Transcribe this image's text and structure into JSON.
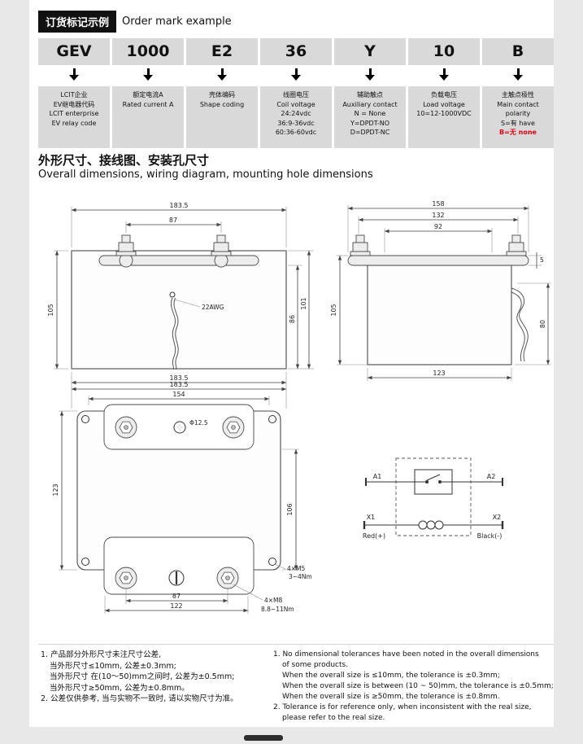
{
  "header": {
    "title_zh": "订货标记示例",
    "title_en": "Order mark example"
  },
  "order": {
    "codes": [
      "GEV",
      "1000",
      "E2",
      "36",
      "Y",
      "10",
      "B"
    ],
    "descs": [
      {
        "l1": "LCIT企业",
        "l2": "EV继电器代码",
        "l3": "LCIT enterprise",
        "l4": "EV relay code"
      },
      {
        "l1": "额定电流A",
        "l2": "Rated current A"
      },
      {
        "l1": "壳体编码",
        "l2": "Shape coding"
      },
      {
        "l1": "线圈电压",
        "l2": "Coil voltage",
        "l3": "24:24vdc",
        "l4": "36:9-36vdc",
        "l5": "60:36-60vdc"
      },
      {
        "l1": "辅助触点",
        "l2": "Auxiliary contact",
        "l3": "N = None",
        "l4": "Y=DPDT-NO",
        "l5": "D=DPDT-NC"
      },
      {
        "l1": "负载电压",
        "l2": "Load voltage",
        "l3": "10=12-1000VDC"
      },
      {
        "l1": "主触点极性",
        "l2": "Main contact polarity",
        "l3": "S=有 have",
        "l4": "B=无 none"
      }
    ]
  },
  "section": {
    "title_zh": "外形尺寸、接线图、安装孔尺寸",
    "title_en": "Overall dimensions, wiring diagram, mounting hole dimensions"
  },
  "dims": {
    "front": {
      "width_top": "183.5",
      "stud_spacing": "87",
      "height_left": "105",
      "height_right_inner": "86",
      "height_right_outer": "101",
      "width_bottom": "183.5",
      "wire_label": "22AWG"
    },
    "side": {
      "width_outer": "158",
      "width_mid": "132",
      "width_inner": "92",
      "height_left": "105",
      "flange_thickness": "5",
      "height_right": "80",
      "width_bottom": "123"
    },
    "top": {
      "width_top": "183.5",
      "width_plate": "154",
      "hole_label": "Φ12.5",
      "height_left": "123",
      "height_right": "106",
      "spacing_bottom": "87",
      "width_bottom": "122",
      "m5_label": "4×M5",
      "m5_torque": "3~4Nm",
      "m8_label": "4×M8",
      "m8_torque": "8.8~11Nm"
    }
  },
  "wiring": {
    "a1": "A1",
    "a2": "A2",
    "x1": "X1",
    "x2": "X2",
    "red": "Red(+)",
    "black": "Black(-)"
  },
  "notes": {
    "zh": [
      "1. 产品部分外形尺寸未注尺寸公差,",
      "当外形尺寸≤10mm, 公差±0.3mm;",
      "当外形尺寸 在(10～50)mm之间时, 公差为±0.5mm;",
      "当外形尺寸≥50mm, 公差为±0.8mm。",
      "2. 公差仅供参考, 当与实物不一致时, 请以实物尺寸为准。"
    ],
    "en": [
      "1. No dimensional tolerances have been noted in the overall dimensions",
      "of some products.",
      "When the overall size is ≤10mm, the tolerance is ±0.3mm;",
      "When the overall size is between (10 ~ 50)mm, the tolerance is ±0.5mm;",
      "When the overall size is ≥50mm, the tolerance is ±0.8mm.",
      "2. Tolerance is for reference only, when inconsistent with the real size,",
      "please refer to the real size."
    ]
  },
  "colors": {
    "accent_red": "#e60012",
    "cell_gray": "#d9d9d9",
    "badge_black": "#111111"
  }
}
